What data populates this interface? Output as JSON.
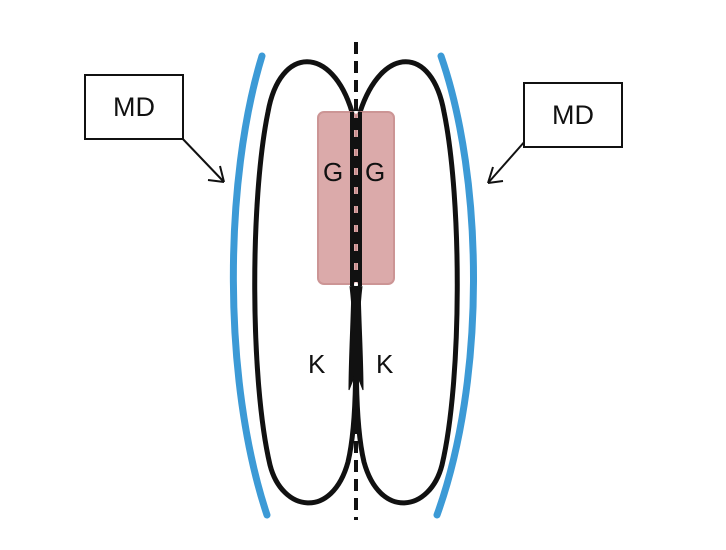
{
  "labels": {
    "md_left": "MD",
    "md_right": "MD",
    "g_left": "G",
    "g_right": "G",
    "k_left": "K",
    "k_right": "K"
  },
  "colors": {
    "membrane": "#3c9ad6",
    "outline": "#111111",
    "g_region_fill": "#d9a3a3",
    "g_region_stroke": "#c88d8d",
    "background": "#ffffff"
  }
}
